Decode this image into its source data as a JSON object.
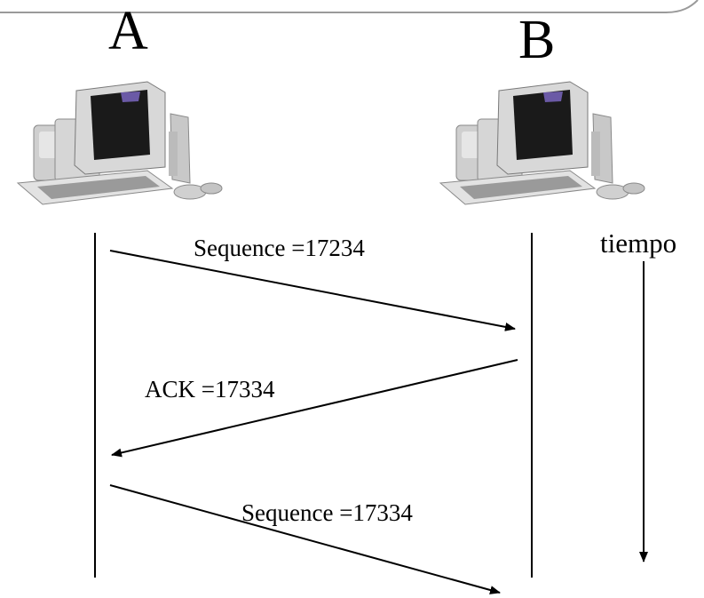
{
  "hosts": {
    "a_label": "A",
    "b_label": "B",
    "a_icon": "desktop-computer-icon",
    "b_icon": "desktop-computer-icon"
  },
  "messages": [
    {
      "label": "Sequence =17234",
      "from": "A",
      "to": "B"
    },
    {
      "label": "ACK =17334",
      "from": "B",
      "to": "A"
    },
    {
      "label": "Sequence =17334",
      "from": "A",
      "to": "B"
    }
  ],
  "time_axis": {
    "label": "tiempo"
  },
  "colors": {
    "line": "#000000",
    "header_rule": "#9a9a9a"
  }
}
